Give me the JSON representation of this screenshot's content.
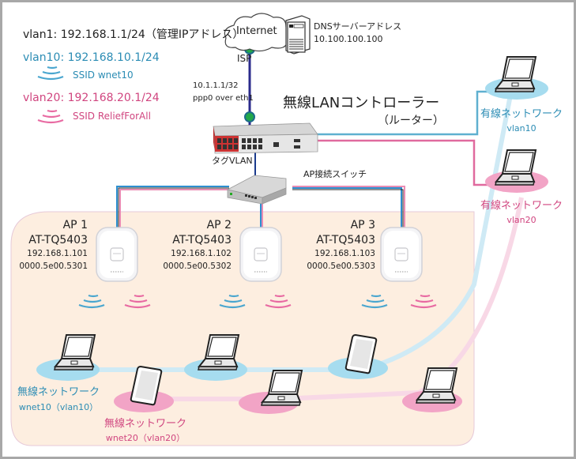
{
  "colors": {
    "vlan10": "#2b8cb4",
    "vlan20": "#d0457f",
    "vlan10_light": "#a6dcef",
    "vlan20_light": "#f2a4c6",
    "wan_line": "#2b2b8c",
    "port_dot": "#22a84a",
    "area_fill": "#fdeee0"
  },
  "legend": {
    "vlan1": "vlan1: 192.168.1.1/24（管理IPアドレス）",
    "vlan10": "vlan10: 192.168.10.1/24",
    "ssid10": "SSID wnet10",
    "vlan20": "vlan20: 192.168.20.1/24",
    "ssid20": "SSID ReliefForAll"
  },
  "internet": {
    "label": "Internet",
    "isp": "ISP",
    "dns_label": "DNSサーバーアドレス",
    "dns_ip": "10.100.100.100"
  },
  "wan": {
    "ip": "10.1.1.1/32",
    "iface": "ppp0 over eth1"
  },
  "controller": {
    "title": "無線LANコントローラー",
    "subtitle": "（ルーター）",
    "tag_vlan": "タグVLAN"
  },
  "switch": {
    "label": "AP接続スイッチ"
  },
  "aps": [
    {
      "name": "AP 1",
      "model": "AT-TQ5403",
      "ip": "192.168.1.101",
      "mac": "0000.5e00.5301"
    },
    {
      "name": "AP 2",
      "model": "AT-TQ5403",
      "ip": "192.168.1.102",
      "mac": "0000.5e00.5302"
    },
    {
      "name": "AP 3",
      "model": "AT-TQ5403",
      "ip": "192.168.1.103",
      "mac": "0000.5e00.5303"
    }
  ],
  "wired": [
    {
      "label": "有線ネットワーク",
      "vlan": "vlan10"
    },
    {
      "label": "有線ネットワーク",
      "vlan": "vlan20"
    }
  ],
  "wireless": [
    {
      "label": "無線ネットワーク",
      "sub": "wnet10（vlan10）"
    },
    {
      "label": "無線ネットワーク",
      "sub": "wnet20（vlan20）"
    }
  ]
}
